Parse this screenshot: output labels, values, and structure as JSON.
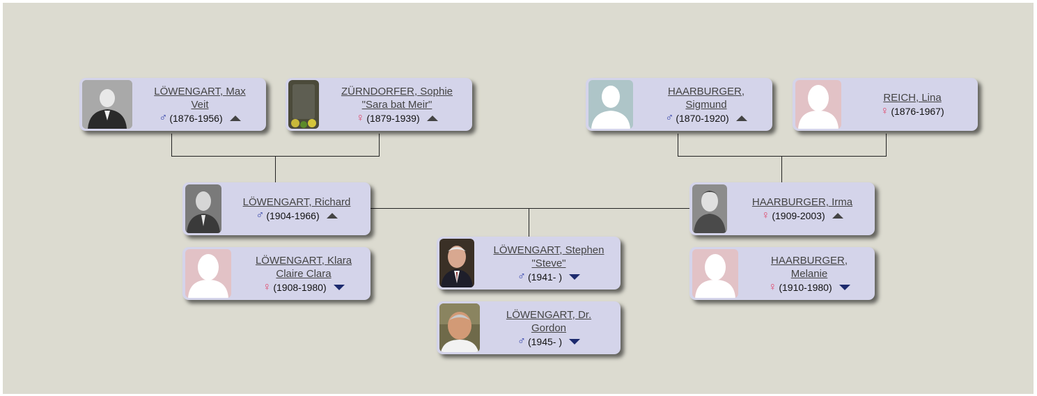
{
  "colors": {
    "background": "#dcdbd0",
    "card": "#d4d4ea",
    "male_symbol": "#2f3fa8",
    "female_symbol": "#e0476a",
    "expand_up": "#444444",
    "expand_down": "#1c2a6e"
  },
  "people": {
    "max": {
      "name": "LÖWENGART, Max Veit",
      "gender_symbol": "♂",
      "dates": "(1876-1956)",
      "photo": "photo-max",
      "expand": "up-arrow"
    },
    "sophie": {
      "name": "ZÜRNDORFER, Sophie \"Sara bat Meir\"",
      "gender_symbol": "♀",
      "dates": "(1879-1939)",
      "photo": "photo-gravestone",
      "expand": "up-arrow"
    },
    "sigmund": {
      "name": "HAARBURGER, Sigmund",
      "gender_symbol": "♂",
      "dates": "(1870-1920)",
      "photo": "silhouette-male",
      "expand": "up-arrow"
    },
    "lina": {
      "name": "REICH, Lina",
      "gender_symbol": "♀",
      "dates": "(1876-1967)",
      "photo": "silhouette-female",
      "expand": ""
    },
    "richard": {
      "name": "LÖWENGART, Richard",
      "gender_symbol": "♂",
      "dates": "(1904-1966)",
      "photo": "photo-richard",
      "expand": "up-arrow"
    },
    "irma": {
      "name": "HAARBURGER, Irma",
      "gender_symbol": "♀",
      "dates": "(1909-2003)",
      "photo": "photo-irma",
      "expand": "up-arrow"
    },
    "klara": {
      "name": "LÖWENGART, Klara Claire Clara",
      "gender_symbol": "♀",
      "dates": "(1908-1980)",
      "photo": "silhouette-female",
      "expand": "down-arrow"
    },
    "melanie": {
      "name": "HAARBURGER, Melanie",
      "gender_symbol": "♀",
      "dates": "(1910-1980)",
      "photo": "silhouette-female",
      "expand": "down-arrow"
    },
    "stephen": {
      "name": "LÖWENGART, Stephen \"Steve\"",
      "gender_symbol": "♂",
      "dates": "(1941- )",
      "photo": "photo-stephen",
      "expand": "down-arrow"
    },
    "gordon": {
      "name": "LÖWENGART, Dr. Gordon",
      "gender_symbol": "♂",
      "dates": "(1945- )",
      "photo": "photo-gordon",
      "expand": "down-arrow"
    }
  }
}
